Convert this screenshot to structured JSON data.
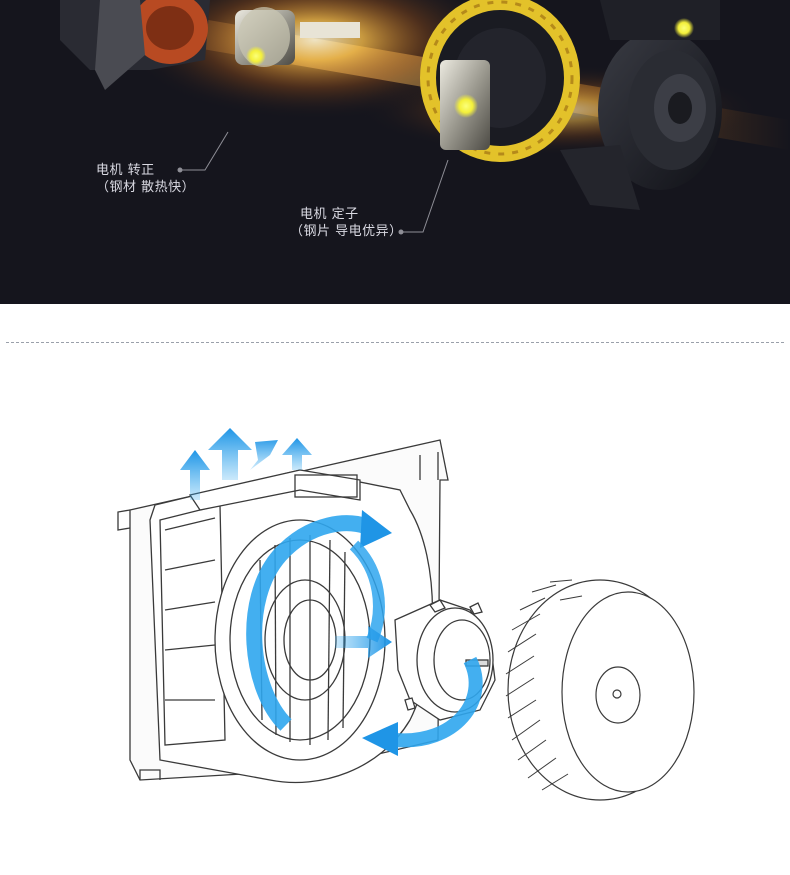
{
  "hero": {
    "rotor_label": {
      "line1": "电机 转正",
      "line2": "（钢材 散热快）"
    },
    "stator_label": {
      "line1": "电机 定子",
      "line2": "（钢片 导电优异）"
    }
  },
  "colors": {
    "hero_background": "#15151d",
    "airflow_arrow": "#2fa6ee",
    "light_beam": "#ffb13a",
    "highlight_dot": "#f4f03a",
    "line_art": "#3a3a3a"
  },
  "icons": [
    "motor-rotor-image",
    "motor-stator-image",
    "motor-housing-image",
    "fan-housing-image",
    "impeller-image",
    "airflow-arrow-icon"
  ]
}
